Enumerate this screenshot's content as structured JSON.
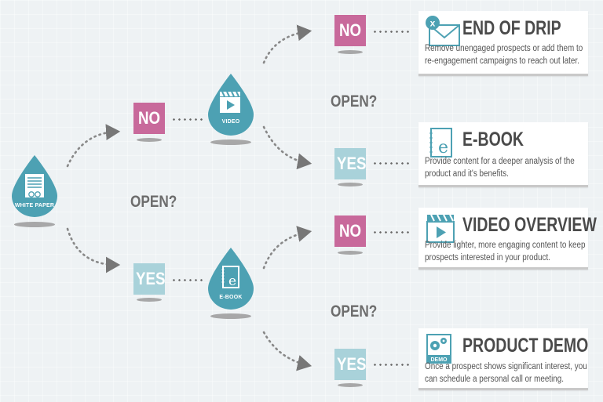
{
  "colors": {
    "teal": "#4da1b3",
    "pink": "#c8699b",
    "light_teal": "#a9d2da",
    "text": "#4a4a4a",
    "open_text": "#6d6d6d"
  },
  "start": {
    "label": "WHITE PAPER",
    "icon": "document-icon"
  },
  "question": "OPEN?",
  "branch_no": {
    "label": "NO",
    "next": {
      "label": "VIDEO",
      "icon": "video-clapper-icon"
    }
  },
  "branch_yes": {
    "label": "YES",
    "next": {
      "label": "E-BOOK",
      "icon": "ebook-icon"
    }
  },
  "outcomes": [
    {
      "answer": "NO",
      "title": "END OF DRIP",
      "icon": "envelope-x-icon",
      "description": [
        "Remove unengaged prospects or add them to",
        "re-engagement campaigns to reach out later."
      ]
    },
    {
      "answer": "YES",
      "title": "E-BOOK",
      "icon": "ebook-icon",
      "description": [
        "Provide content for a deeper analysis of the",
        "product and it's benefits."
      ]
    },
    {
      "answer": "NO",
      "title": "VIDEO OVERVIEW",
      "icon": "video-clapper-icon",
      "description": [
        "Provide lighter, more engaging content to keep",
        "prospects interested in your product."
      ]
    },
    {
      "answer": "YES",
      "title": "PRODUCT DEMO",
      "icon": "demo-gears-icon",
      "description": [
        "Once a prospect shows significant interest, you",
        "can schedule a personal call or meeting."
      ]
    }
  ]
}
